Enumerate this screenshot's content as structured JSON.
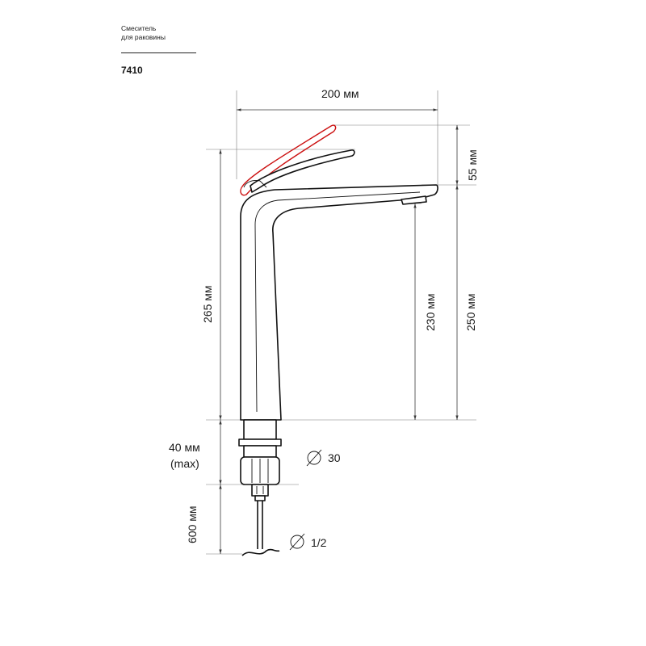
{
  "header": {
    "caption_line1": "Смеситель",
    "caption_line2": "для раковины",
    "model": "7410"
  },
  "dimensions": {
    "width": "200 мм",
    "handle_height": "55 мм",
    "total_height": "265 мм",
    "spout_height": "230 мм",
    "spout_top_height": "250 мм",
    "mount_thickness": "40 мм",
    "mount_thickness_note": "(max)",
    "hose_length": "600 мм",
    "thread_diameter": "30",
    "connection_diameter": "1/2"
  },
  "colors": {
    "outline": "#111111",
    "handle_alt_position": "#cc1111",
    "dimension_lines": "#3a3a3a"
  }
}
